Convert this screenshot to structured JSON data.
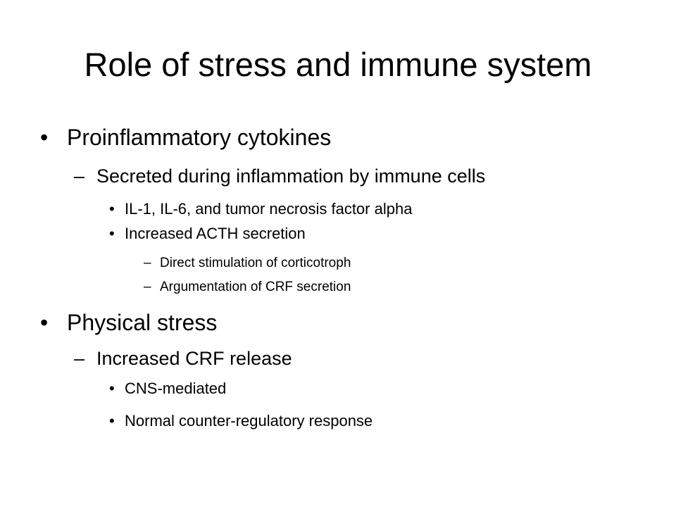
{
  "slide": {
    "title": "Role of stress and immune system",
    "bullet_marker": "•",
    "dash_marker": "–",
    "items": [
      {
        "level": 1,
        "text": "Proinflammatory cytokines"
      },
      {
        "level": 2,
        "text": "Secreted during inflammation by immune cells"
      },
      {
        "level": 3,
        "text": "IL-1, IL-6, and tumor necrosis factor alpha"
      },
      {
        "level": 3,
        "text": "Increased ACTH secretion"
      },
      {
        "level": 4,
        "text": "Direct stimulation of corticotroph"
      },
      {
        "level": 4,
        "text": "Argumentation of CRF secretion"
      },
      {
        "level": 1,
        "text": "Physical stress"
      },
      {
        "level": 2,
        "text": "Increased CRF release"
      },
      {
        "level": 3,
        "text": "CNS-mediated"
      },
      {
        "level": 3,
        "text": "Normal counter-regulatory response"
      }
    ]
  }
}
